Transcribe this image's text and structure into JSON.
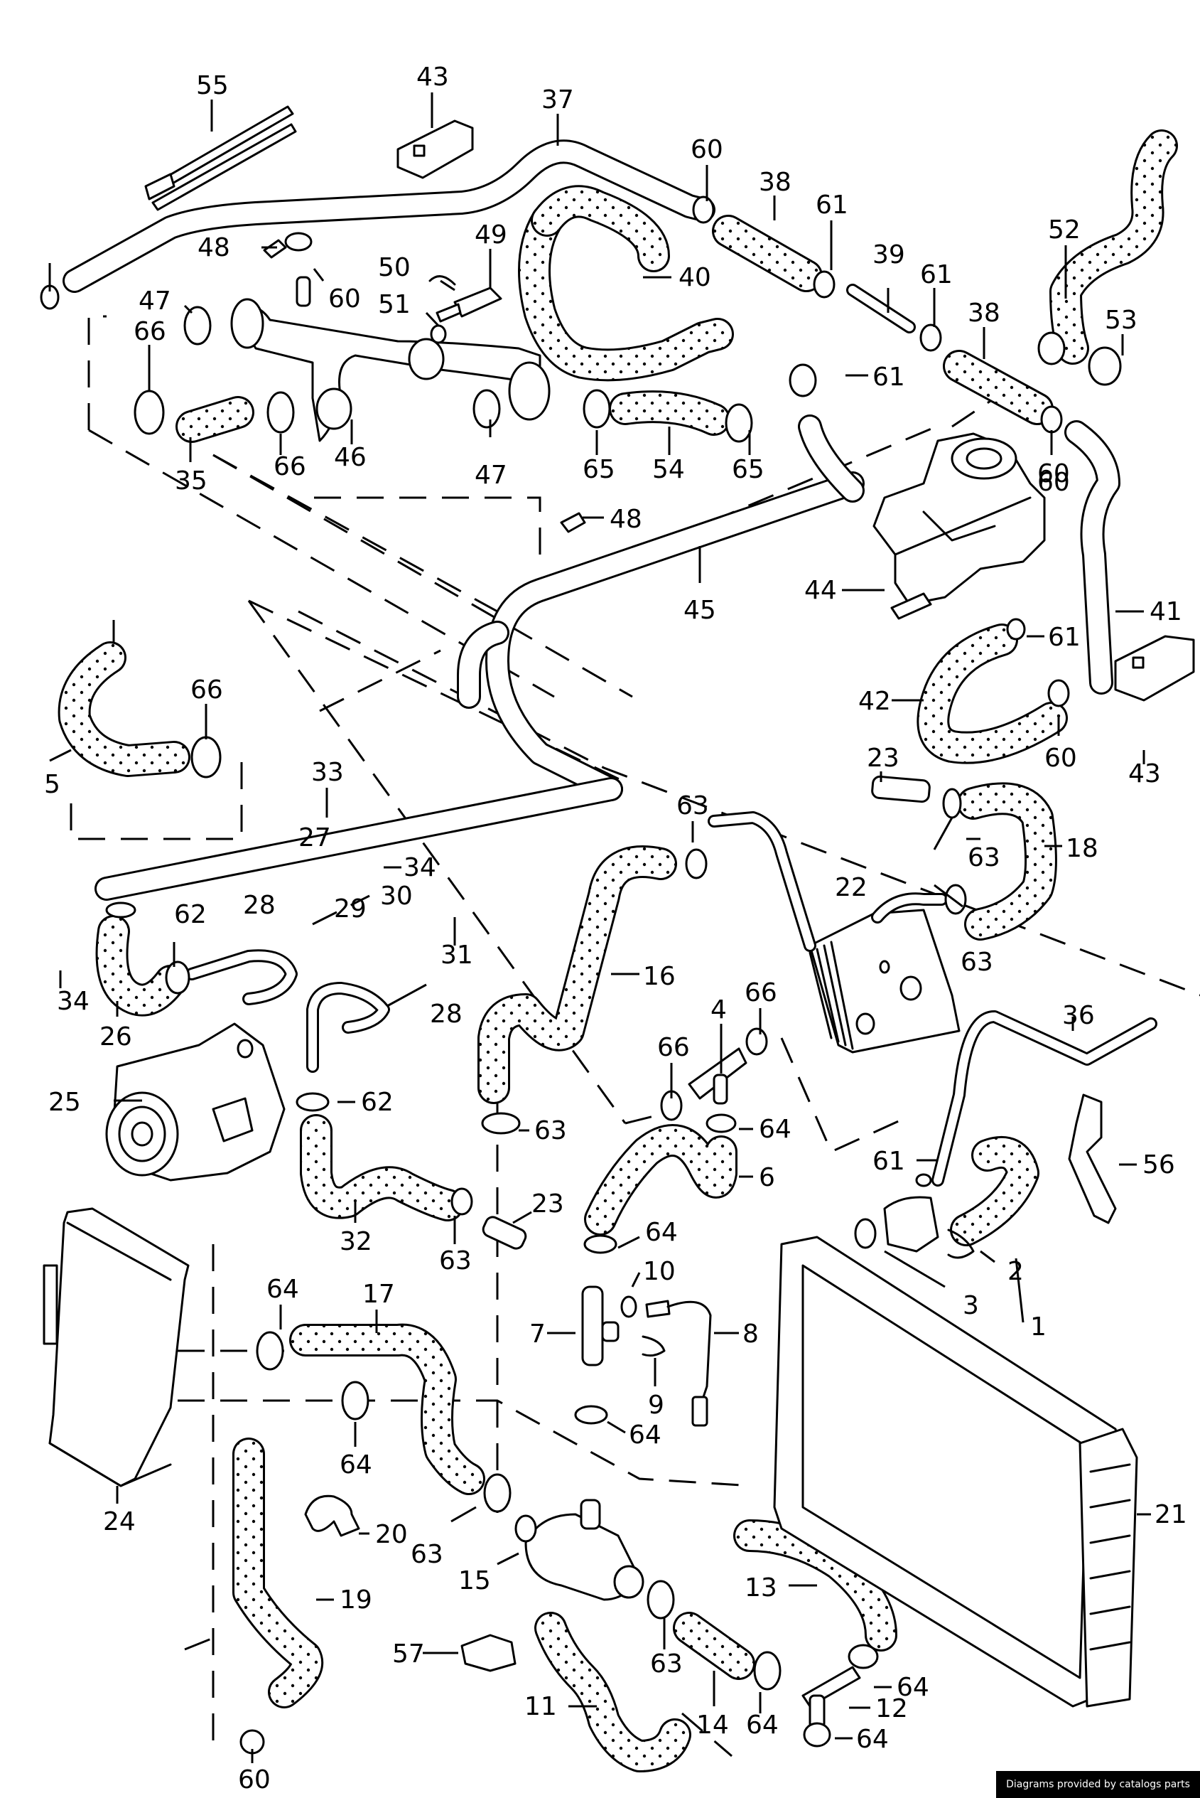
{
  "diagram": {
    "title": "Cooling system exploded parts diagram",
    "credit": "Diagrams provided by catalogs parts",
    "callouts": [
      {
        "id": "c55a",
        "label": "55"
      },
      {
        "id": "c43a",
        "label": "43"
      },
      {
        "id": "c37",
        "label": "37"
      },
      {
        "id": "c60a",
        "label": "60"
      },
      {
        "id": "c38a",
        "label": "38"
      },
      {
        "id": "c61a",
        "label": "61"
      },
      {
        "id": "c39",
        "label": "39"
      },
      {
        "id": "c61b",
        "label": "61"
      },
      {
        "id": "c52",
        "label": "52"
      },
      {
        "id": "c38b",
        "label": "38"
      },
      {
        "id": "c53",
        "label": "53"
      },
      {
        "id": "c60b",
        "label": "60"
      },
      {
        "id": "c48a",
        "label": "48"
      },
      {
        "id": "c49",
        "label": "49"
      },
      {
        "id": "c50",
        "label": "50"
      },
      {
        "id": "c51",
        "label": "51"
      },
      {
        "id": "c60c",
        "label": "60"
      },
      {
        "id": "c40",
        "label": "40"
      },
      {
        "id": "c47a",
        "label": "47"
      },
      {
        "id": "c61c",
        "label": "61"
      },
      {
        "id": "c66a",
        "label": "66"
      },
      {
        "id": "c35",
        "label": "35"
      },
      {
        "id": "c66b",
        "label": "66"
      },
      {
        "id": "c46",
        "label": "46"
      },
      {
        "id": "c47b",
        "label": "47"
      },
      {
        "id": "c65a",
        "label": "65"
      },
      {
        "id": "c54",
        "label": "54"
      },
      {
        "id": "c65b",
        "label": "65"
      },
      {
        "id": "c60d",
        "label": "60"
      },
      {
        "id": "c48b",
        "label": "48"
      },
      {
        "id": "c44",
        "label": "44"
      },
      {
        "id": "c45",
        "label": "45"
      },
      {
        "id": "c41",
        "label": "41"
      },
      {
        "id": "c61d",
        "label": "61"
      },
      {
        "id": "c66c",
        "label": "66"
      },
      {
        "id": "c5",
        "label": "5"
      },
      {
        "id": "c42",
        "label": "42"
      },
      {
        "id": "c60e",
        "label": "60"
      },
      {
        "id": "c43b",
        "label": "43"
      },
      {
        "id": "c33",
        "label": "33"
      },
      {
        "id": "c23a",
        "label": "23"
      },
      {
        "id": "c34a",
        "label": "34"
      },
      {
        "id": "c63a",
        "label": "63"
      },
      {
        "id": "c63b",
        "label": "63"
      },
      {
        "id": "c18",
        "label": "18"
      },
      {
        "id": "c27",
        "label": "27"
      },
      {
        "id": "c28a",
        "label": "28"
      },
      {
        "id": "c29",
        "label": "29"
      },
      {
        "id": "c30",
        "label": "30"
      },
      {
        "id": "c62a",
        "label": "62"
      },
      {
        "id": "c31",
        "label": "31"
      },
      {
        "id": "c22",
        "label": "22"
      },
      {
        "id": "c63c",
        "label": "63"
      },
      {
        "id": "c34b",
        "label": "34"
      },
      {
        "id": "c26",
        "label": "26"
      },
      {
        "id": "c28b",
        "label": "28"
      },
      {
        "id": "c16",
        "label": "16"
      },
      {
        "id": "c36",
        "label": "36"
      },
      {
        "id": "c66d",
        "label": "66"
      },
      {
        "id": "c4",
        "label": "4"
      },
      {
        "id": "c66e",
        "label": "66"
      },
      {
        "id": "c25",
        "label": "25"
      },
      {
        "id": "c62b",
        "label": "62"
      },
      {
        "id": "c63d",
        "label": "63"
      },
      {
        "id": "c64a",
        "label": "64"
      },
      {
        "id": "c61e",
        "label": "61"
      },
      {
        "id": "c56",
        "label": "56"
      },
      {
        "id": "c6",
        "label": "6"
      },
      {
        "id": "c32",
        "label": "32"
      },
      {
        "id": "c23b",
        "label": "23"
      },
      {
        "id": "c63e",
        "label": "63"
      },
      {
        "id": "c64b",
        "label": "64"
      },
      {
        "id": "c10",
        "label": "10"
      },
      {
        "id": "c2",
        "label": "2"
      },
      {
        "id": "c3",
        "label": "3"
      },
      {
        "id": "c1",
        "label": "1"
      },
      {
        "id": "c64c",
        "label": "64"
      },
      {
        "id": "c17",
        "label": "17"
      },
      {
        "id": "c7",
        "label": "7"
      },
      {
        "id": "c8",
        "label": "8"
      },
      {
        "id": "c9",
        "label": "9"
      },
      {
        "id": "c64d",
        "label": "64"
      },
      {
        "id": "c64e",
        "label": "64"
      },
      {
        "id": "c24",
        "label": "24"
      },
      {
        "id": "c20",
        "label": "20"
      },
      {
        "id": "c21",
        "label": "21"
      },
      {
        "id": "c63f",
        "label": "63"
      },
      {
        "id": "c15",
        "label": "15"
      },
      {
        "id": "c13",
        "label": "13"
      },
      {
        "id": "c19",
        "label": "19"
      },
      {
        "id": "c57",
        "label": "57"
      },
      {
        "id": "c63g",
        "label": "63"
      },
      {
        "id": "c64f",
        "label": "64"
      },
      {
        "id": "c11",
        "label": "11"
      },
      {
        "id": "c14",
        "label": "14"
      },
      {
        "id": "c12",
        "label": "12"
      },
      {
        "id": "c64g",
        "label": "64"
      },
      {
        "id": "c64h",
        "label": "64"
      },
      {
        "id": "c60f",
        "label": "60"
      }
    ]
  }
}
